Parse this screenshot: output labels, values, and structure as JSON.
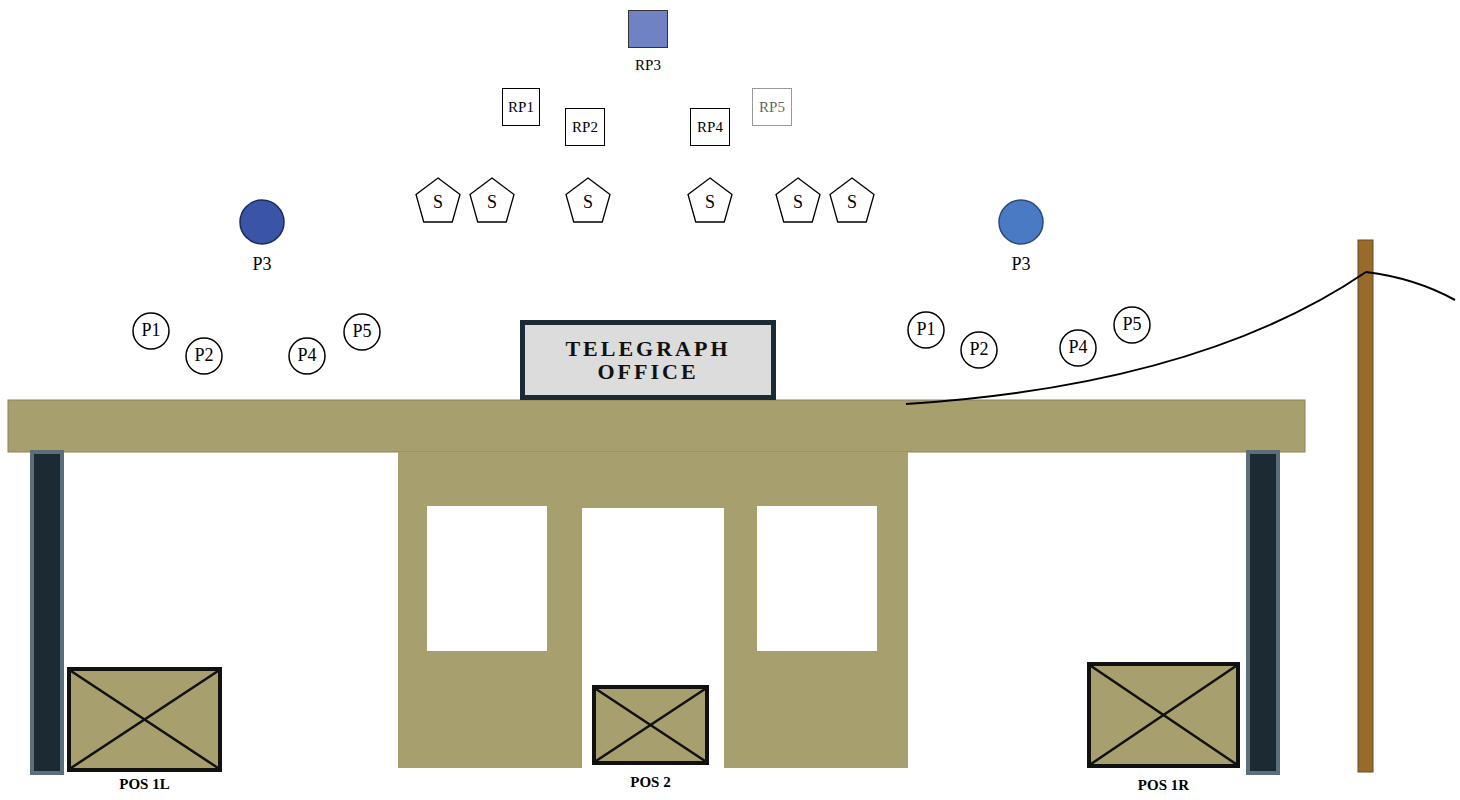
{
  "diagram": {
    "nodes": [
      {
        "text": [
          "RP3"
        ]
      },
      {
        "text": [
          "RP1"
        ]
      },
      {
        "text": [
          "RP2"
        ]
      },
      {
        "text": [
          "RP4"
        ]
      },
      {
        "text": [
          "RP5"
        ]
      },
      {
        "text": [
          "S"
        ]
      },
      {
        "text": [
          "S"
        ]
      },
      {
        "text": [
          "S"
        ]
      },
      {
        "text": [
          "S"
        ]
      },
      {
        "text": [
          "S"
        ]
      },
      {
        "text": [
          "S"
        ]
      },
      {
        "text": [
          "P3"
        ]
      },
      {
        "text": [
          "P3"
        ]
      },
      {
        "text": [
          "P1"
        ]
      },
      {
        "text": [
          "P2"
        ]
      },
      {
        "text": [
          "P4"
        ]
      },
      {
        "text": [
          "P5"
        ]
      },
      {
        "text": [
          "TELEGRAPH OFFICE"
        ]
      },
      {
        "text": [
          "P1"
        ]
      },
      {
        "text": [
          "P2"
        ]
      },
      {
        "text": [
          "P4"
        ]
      },
      {
        "text": [
          "P5"
        ]
      },
      {
        "text": [
          "POS 1L"
        ]
      },
      {
        "text": [
          "POS 2"
        ]
      },
      {
        "text": [
          "POS 1R"
        ]
      }
    ]
  }
}
